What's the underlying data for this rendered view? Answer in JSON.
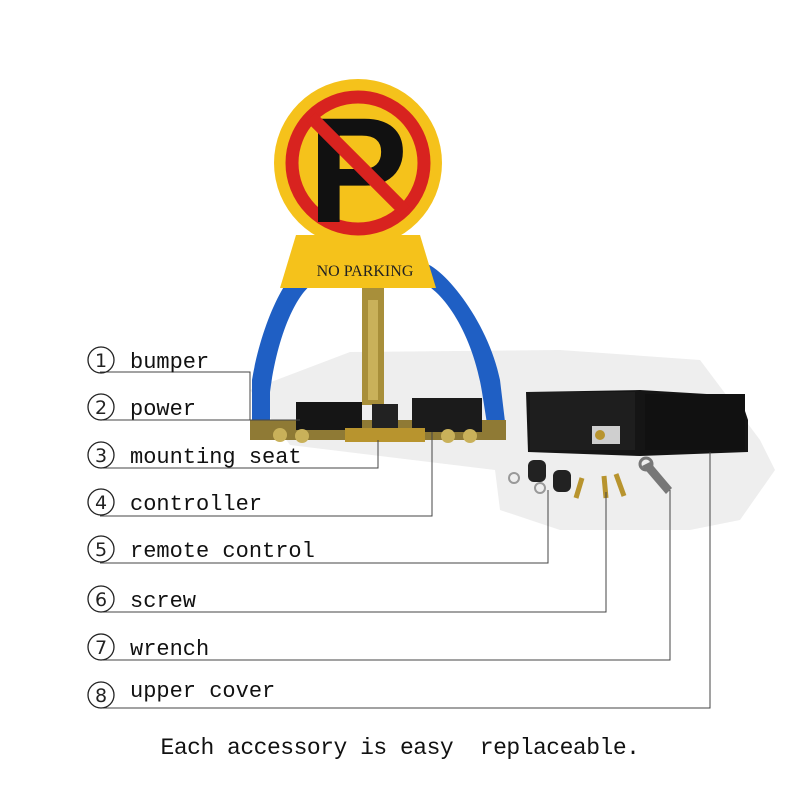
{
  "sign": {
    "text": "NO PARKING",
    "symbol": "P"
  },
  "callouts": [
    {
      "number": "1",
      "label": "bumper"
    },
    {
      "number": "2",
      "label": "power"
    },
    {
      "number": "3",
      "label": "mounting seat"
    },
    {
      "number": "4",
      "label": "controller"
    },
    {
      "number": "5",
      "label": "remote control"
    },
    {
      "number": "6",
      "label": "screw"
    },
    {
      "number": "7",
      "label": "wrench"
    },
    {
      "number": "8",
      "label": "upper cover"
    }
  ],
  "footer": {
    "caption": "Each accessory is easy  replaceable."
  },
  "colors": {
    "sign_yellow": "#f5c21b",
    "sign_red": "#d8231f",
    "bumper_blue": "#1f5fc4",
    "housing_black": "#151515",
    "brass": "#b8942e"
  }
}
